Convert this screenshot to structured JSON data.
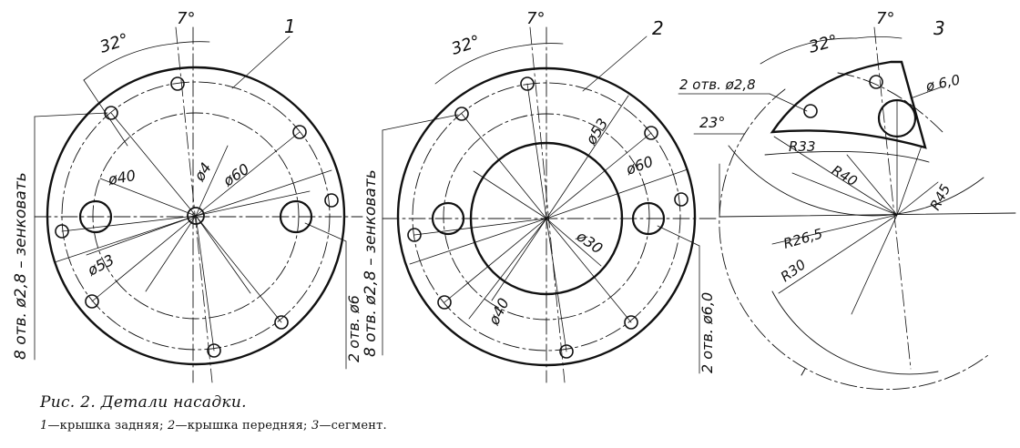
{
  "figure": {
    "caption": "Рис. 2. Детали насадки.",
    "legend": [
      {
        "num": "1",
        "text": "—крышка задняя;"
      },
      {
        "num": "2",
        "text": "—крышка передняя;"
      },
      {
        "num": "3",
        "text": "—сегмент."
      }
    ]
  },
  "part1": {
    "number": "1",
    "angle_top_left": "32°",
    "angle_top_right": "7°",
    "dim_d40": "ø40",
    "dim_d4": "ø4",
    "dim_d60": "ø60",
    "dim_d53": "ø53",
    "holes_note": "8 отв.  ø2,8 – зенковать",
    "side_holes_note": "2 отв. ø6"
  },
  "part2": {
    "number": "2",
    "angle_top_left": "32°",
    "angle_top_right": "7°",
    "dim_d53": "ø53",
    "dim_d60": "ø60",
    "dim_d30": "ø30",
    "dim_d40": "ø40",
    "holes_note": "8 отв.  ø2,8 – зенковать",
    "side_holes_note": "2 отв. ø6,0"
  },
  "part3": {
    "number": "3",
    "angle_top_left": "32°",
    "angle_top_right": "7°",
    "holes_note": "2 отв. ø2,8",
    "hole_d6": "ø 6,0",
    "angle_23": "23°",
    "r33": "R33",
    "r40": "R40",
    "r45": "R45",
    "r26_5": "R26,5",
    "r30": "R30"
  }
}
